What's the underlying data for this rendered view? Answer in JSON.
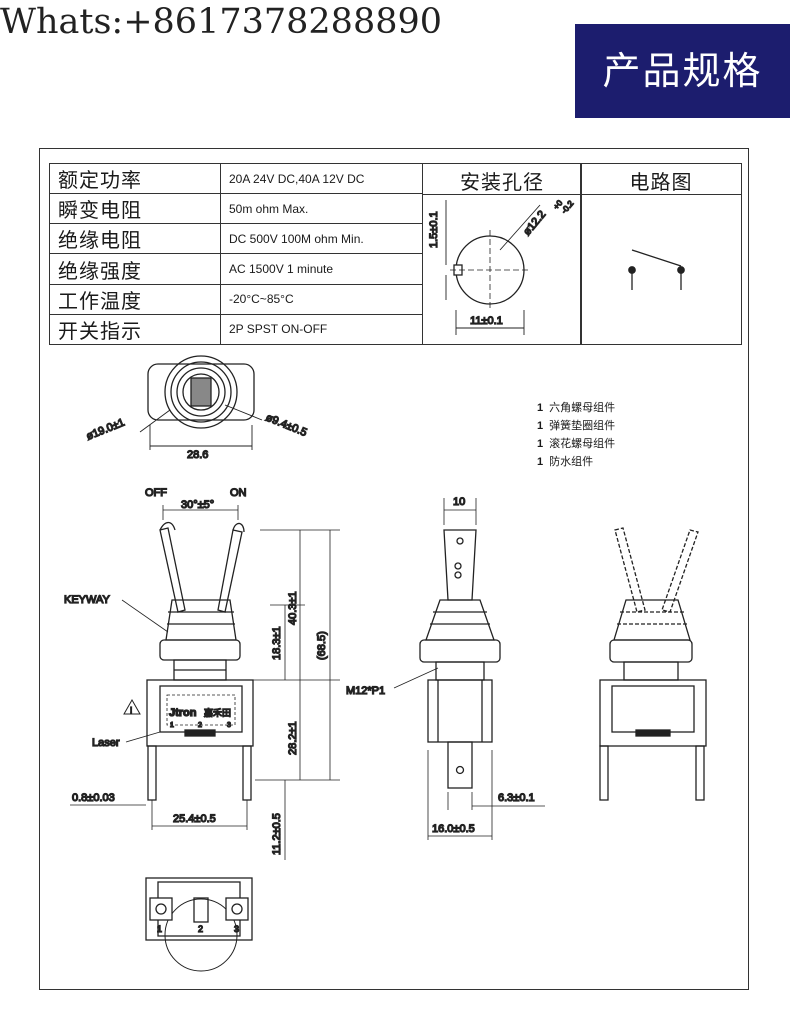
{
  "header": {
    "phone": "Whats:+8617378288890",
    "banner": "产品规格"
  },
  "spec_table": [
    {
      "label": "额定功率",
      "value": "20A 24V DC,40A 12V DC"
    },
    {
      "label": "瞬变电阻",
      "value": "50m ohm Max."
    },
    {
      "label": "绝缘电阻",
      "value": "DC 500V 100M ohm Min."
    },
    {
      "label": "绝缘强度",
      "value": "AC 1500V 1 minute"
    },
    {
      "label": "工作温度",
      "value": "-20°C~85°C"
    },
    {
      "label": "开关指示",
      "value": "2P SPST ON-OFF"
    }
  ],
  "mount_hole": {
    "title": "安装孔径",
    "dim_diameter": "ø12.2",
    "dim_tol_plus": "+0",
    "dim_tol_minus": "-0.2",
    "dim_key": "1.5±0.1",
    "dim_width": "11±0.1"
  },
  "circuit": {
    "title": "电路图"
  },
  "top_view": {
    "dim_outer": "ø19.0±1",
    "dim_inner": "ø9.4±0.5",
    "dim_width": "28.6"
  },
  "parts": [
    {
      "qty": "1",
      "name": "六角螺母组件"
    },
    {
      "qty": "1",
      "name": "弹簧垫圈组件"
    },
    {
      "qty": "1",
      "name": "滚花螺母组件"
    },
    {
      "qty": "1",
      "name": "防水组件"
    }
  ],
  "front_view": {
    "off": "OFF",
    "on": "ON",
    "angle": "30°±5°",
    "keyway": "KEYWAY",
    "laser": "Laser",
    "brand": "Jtron",
    "brand_cn": "嘉禾田",
    "pin1": "1",
    "pin2": "2",
    "pin3": "3",
    "dim_total": "(68.5)",
    "dim_lever": "40.3±1",
    "dim_bushing": "18.3±1",
    "dim_body": "28.2±1",
    "dim_pin": "11.2±0.5",
    "dim_width": "25.4±0.5",
    "dim_thick": "0.8±0.03",
    "warning": "!"
  },
  "side_view": {
    "dim_top": "10",
    "thread": "M12*P1",
    "dim_tab": "6.3±0.1",
    "dim_width": "16.0±0.5"
  },
  "bottom_view": {
    "pin1": "1",
    "pin2": "2",
    "pin3": "3"
  }
}
